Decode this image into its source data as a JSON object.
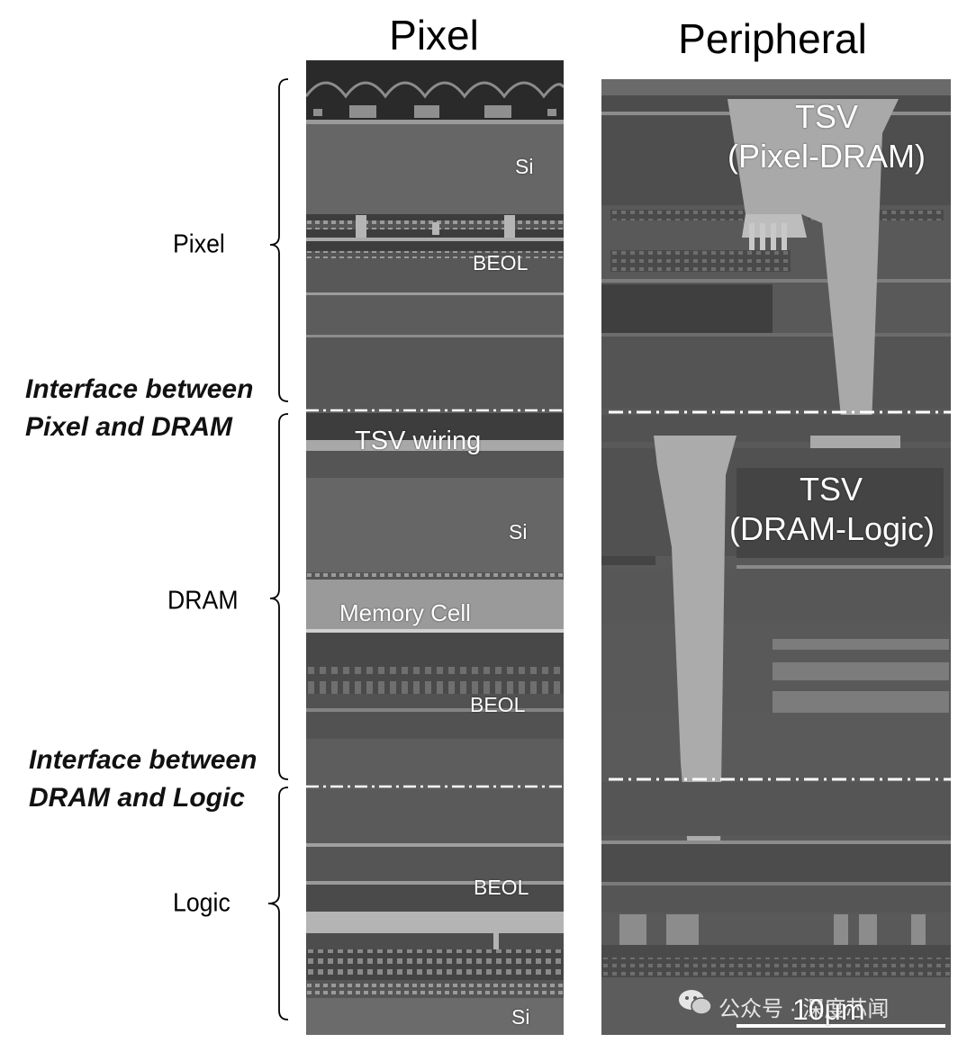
{
  "titles": {
    "pixel": "Pixel",
    "peripheral": "Peripheral"
  },
  "left_labels": {
    "pixel": "Pixel",
    "dram": "DRAM",
    "logic": "Logic"
  },
  "interfaces": {
    "pixel_dram": [
      "Interface between",
      "Pixel and DRAM"
    ],
    "dram_logic": [
      "Interface between",
      "DRAM and Logic"
    ]
  },
  "pixel_panel_labels": {
    "si_top": "Si",
    "beol_top": "BEOL",
    "tsv_wiring": "TSV wiring",
    "si_mid": "Si",
    "memory_cell": "Memory Cell",
    "beol_mid": "BEOL",
    "beol_bottom": "BEOL",
    "si_bottom": "Si"
  },
  "peripheral_panel_labels": {
    "tsv1": [
      "TSV",
      "(Pixel-DRAM)"
    ],
    "tsv2": [
      "TSV",
      "(DRAM-Logic)"
    ]
  },
  "scale_bar": "10μm",
  "watermark": "公众号 · 深度芯闻",
  "colors": {
    "sem_bg": "#5e5e5e",
    "sem_light": "#a9a9a9",
    "sem_dark": "#3c3c3c",
    "interface_line": "#ffffff"
  }
}
